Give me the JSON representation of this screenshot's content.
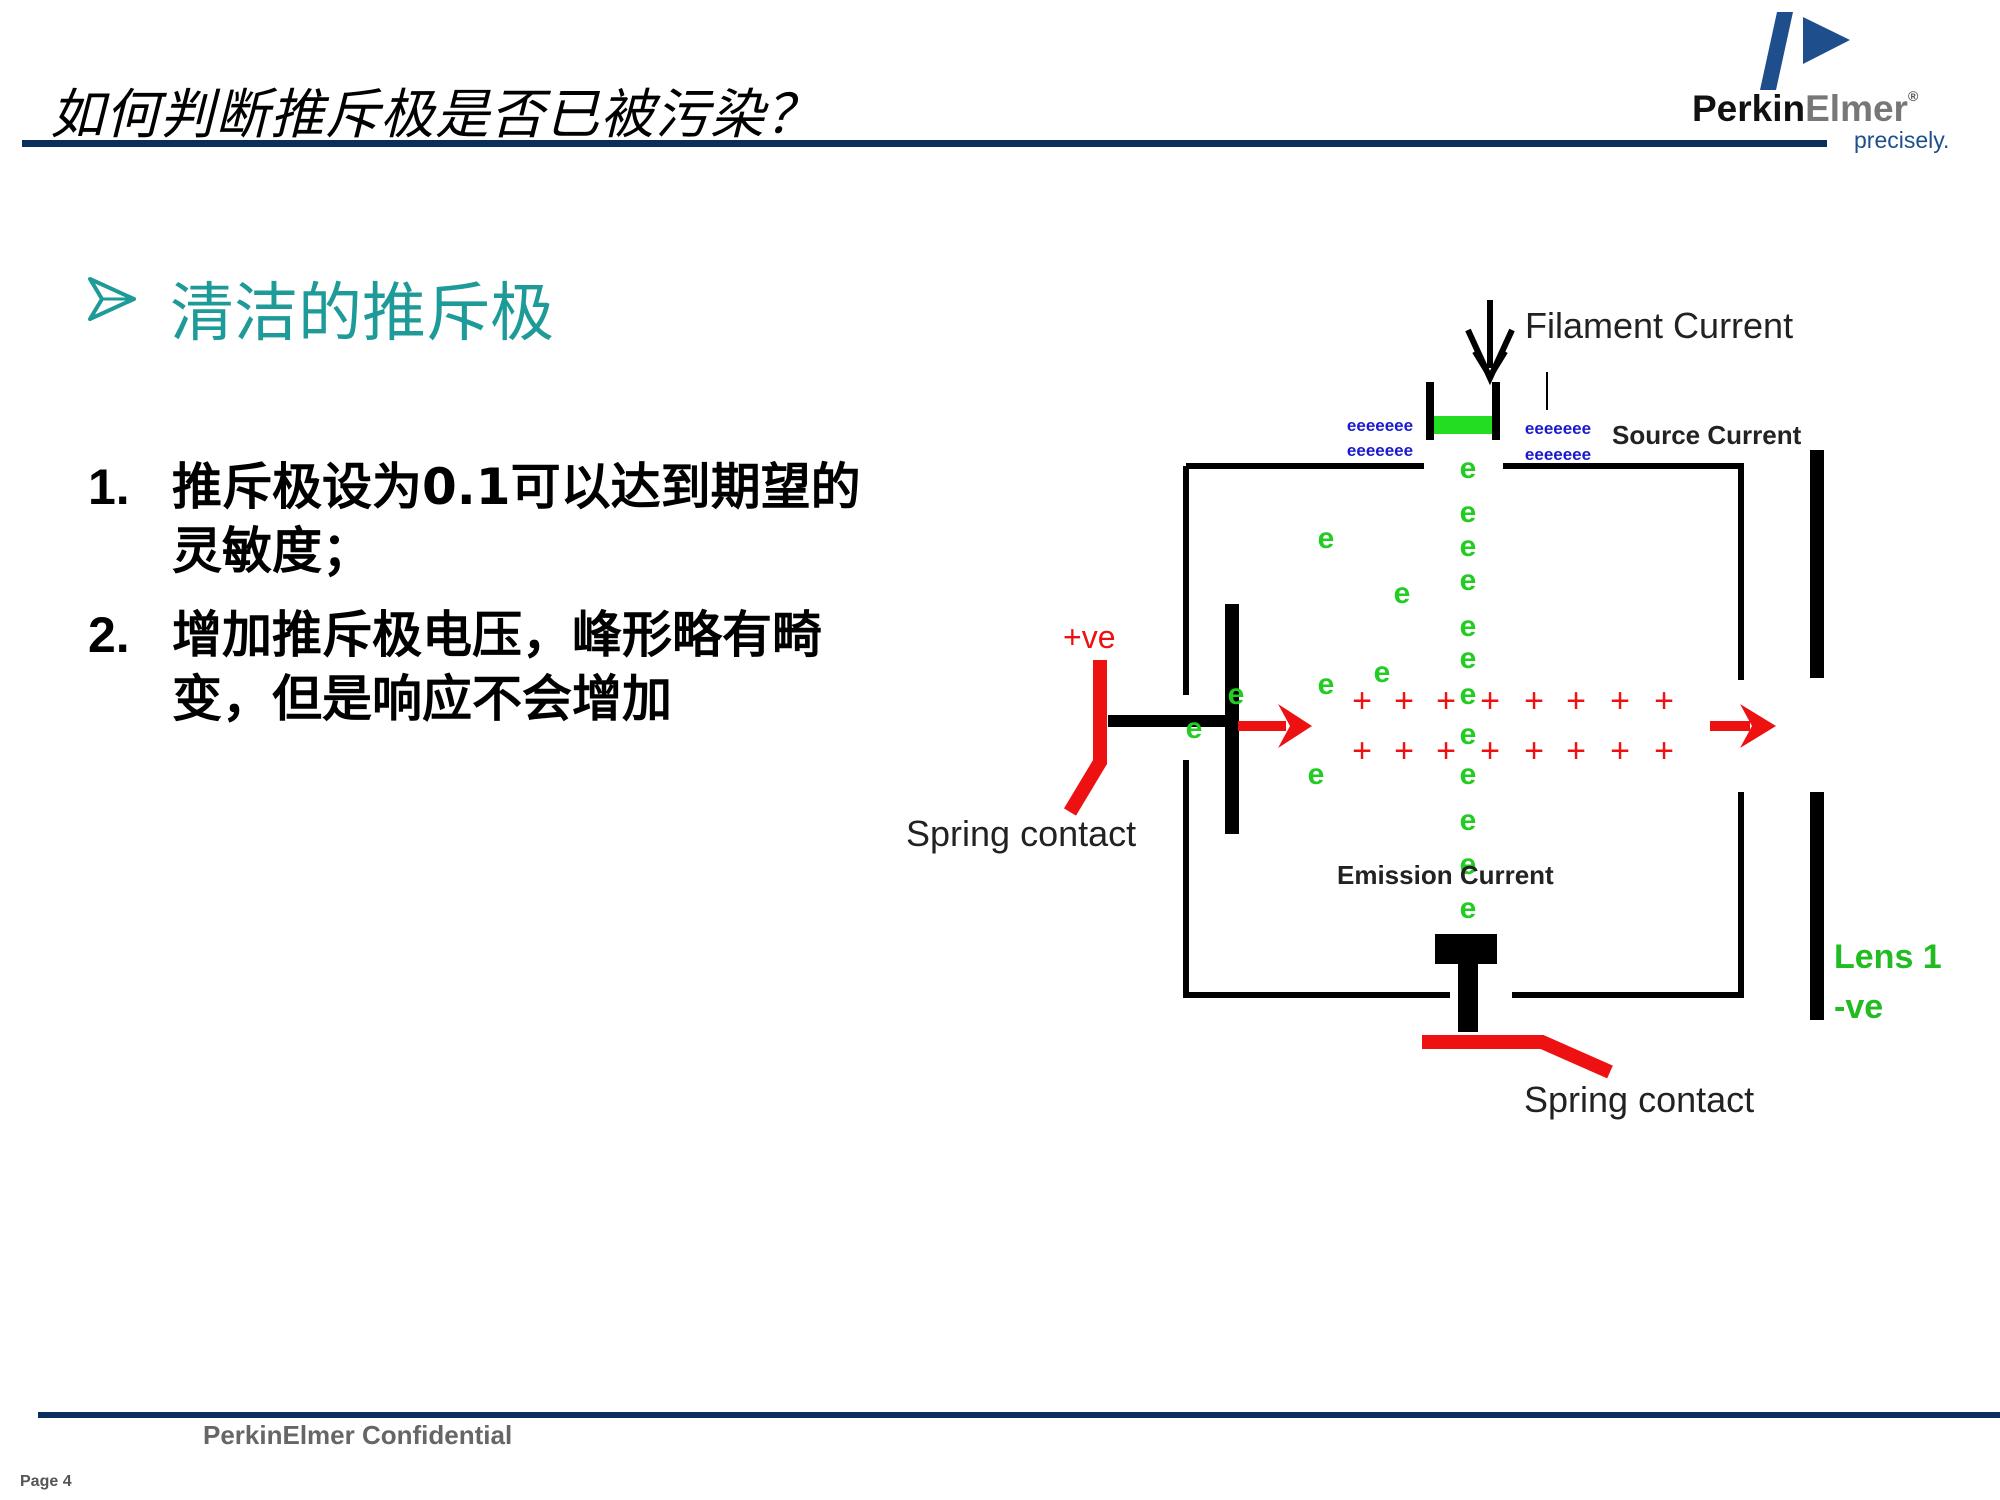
{
  "header": {
    "title": "如何判断推斥极是否已被污染？",
    "logo": {
      "brand_part1": "Perkin",
      "brand_part2": "Elmer",
      "registered": "®",
      "tagline": "precisely.",
      "mark_icon": "perkinelmer-logo-icon"
    }
  },
  "section": {
    "heading": "清洁的推斥极",
    "bullet_icon": "arrowhead-bullet-icon"
  },
  "points": [
    {
      "number": "1.",
      "text": "推斥极设为0.1可以达到期望的灵敏度；"
    },
    {
      "number": "2.",
      "text": "增加推斥极电压，峰形略有畸变，但是响应不会增加"
    }
  ],
  "diagram": {
    "labels": {
      "filament_current": "Filament Current",
      "source_current": "Source Current",
      "emission_current": "Emission Current",
      "plus_ve": "+ve",
      "spring_contact_left": "Spring contact",
      "spring_contact_bottom": "Spring contact",
      "lens_name": "Lens 1",
      "lens_polarity": "-ve"
    },
    "electron_symbol": "e",
    "ion_symbol": "+",
    "electron_cloud": "eeeeeee",
    "colors": {
      "electron": "#22cc22",
      "ion": "#ee1111",
      "cloud": "#1a1acc",
      "filament": "#22dd22",
      "frame": "#000000",
      "contact": "#ee1111",
      "lens_label": "#22bb22"
    }
  },
  "footer": {
    "confidential": "PerkinElmer Confidential",
    "page": "Page 4"
  }
}
